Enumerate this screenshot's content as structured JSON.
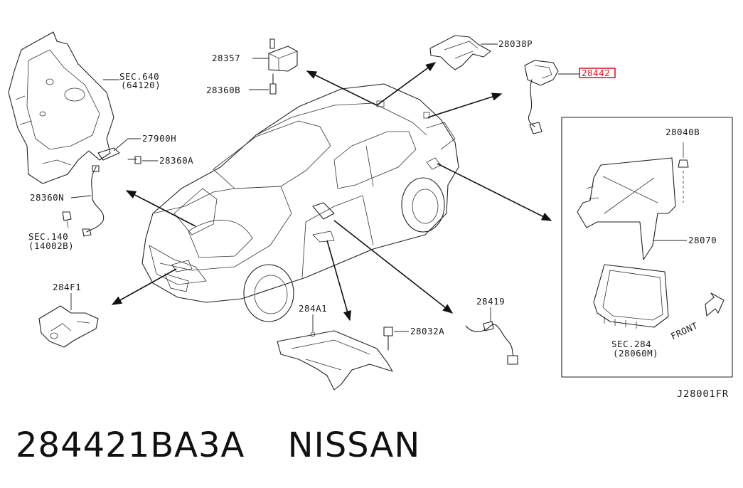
{
  "diagram_code": "J28001FR",
  "footer": {
    "part_number": "284421BA3A",
    "brand": "NISSAN"
  },
  "labels": {
    "sec640": "SEC.640",
    "sec640_sub": "(64120)",
    "p27900h": "27900H",
    "p28360a": "28360A",
    "p28360n": "28360N",
    "sec140": "SEC.140",
    "sec140_sub": "(14002B)",
    "p28357": "28357",
    "p28360b": "28360B",
    "p28038p": "28038P",
    "p28442": "28442",
    "p28040b": "28040B",
    "p28070": "28070",
    "sec284": "SEC.284",
    "sec284_sub": "(28060M)",
    "front": "FRONT",
    "p284f1": "284F1",
    "p284a1": "284A1",
    "p28032a": "28032A",
    "p28419": "28419"
  },
  "colors": {
    "highlight": "#e0182d",
    "line": "#222222"
  }
}
